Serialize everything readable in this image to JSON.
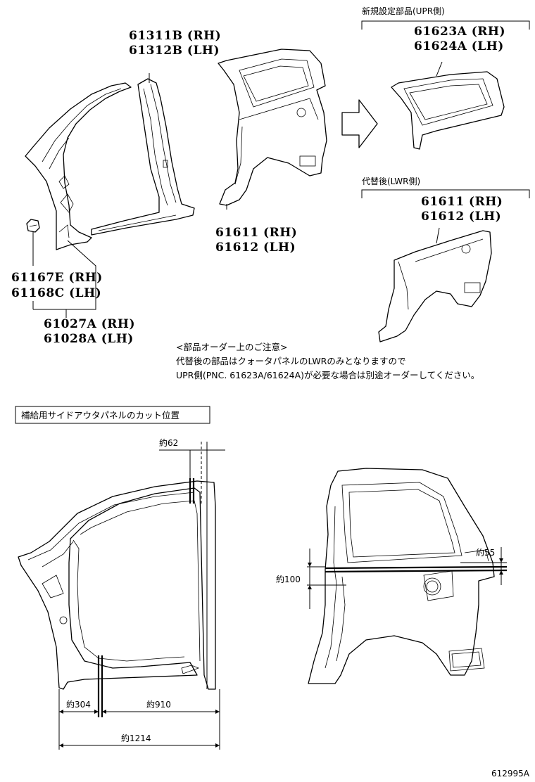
{
  "parts": {
    "pillar_inner": {
      "rh": "61311B (RH)",
      "lh": "61312B (LH)"
    },
    "quarter_lwr_top": {
      "rh": "61611 (RH)",
      "lh": "61612 (LH)"
    },
    "clip": {
      "rh": "61167E (RH)",
      "lh": "61168C (LH)"
    },
    "side_outer": {
      "rh": "61027A (RH)",
      "lh": "61028A (LH)"
    },
    "quarter_upr": {
      "rh": "61623A (RH)",
      "lh": "61624A (LH)"
    },
    "quarter_lwr_right": {
      "rh": "61611 (RH)",
      "lh": "61612 (LH)"
    }
  },
  "labels": {
    "new_part_upr": "新規設定部品(UPR側)",
    "replacement_lwr": "代替後(LWR側)"
  },
  "notice": {
    "title": "<部品オーダー上のご注意>",
    "line1": "代替後の部品はクォータパネルのLWRのみとなりますので",
    "line2": "UPR側(PNC. 61623A/61624A)が必要な場合は別途オーダーしてください。"
  },
  "cut_section": {
    "title": "補給用サイドアウタパネルのカット位置"
  },
  "dimensions": {
    "d62": "約62",
    "d304": "約304",
    "d910": "約910",
    "d1214": "約1214",
    "d55": "約55",
    "d100": "約100"
  },
  "figure_id": "612995A"
}
